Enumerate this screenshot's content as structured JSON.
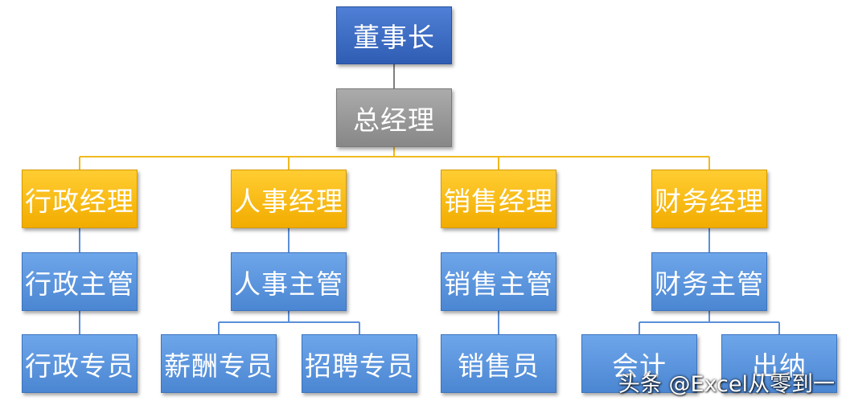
{
  "org": {
    "chairman": "董事长",
    "general_manager": "总经理",
    "managers": {
      "admin": "行政经理",
      "hr": "人事经理",
      "sales": "销售经理",
      "finance": "财务经理"
    },
    "supervisors": {
      "admin": "行政主管",
      "hr": "人事主管",
      "sales": "销售主管",
      "finance": "财务主管"
    },
    "staff": {
      "admin_specialist": "行政专员",
      "payroll_specialist": "薪酬专员",
      "recruiting_specialist": "招聘专员",
      "salesperson": "销售员",
      "accountant": "会计",
      "cashier": "出纳"
    }
  },
  "colors": {
    "top": "#3c6cc8",
    "gm": "#999999",
    "manager": "#f9bc12",
    "staff": "#5b96de",
    "connector_top": "#7f7f7f",
    "connector_manager": "#f0b91e",
    "connector_staff": "#5b8fd8"
  },
  "watermark": "头条 @Excel从零到一"
}
